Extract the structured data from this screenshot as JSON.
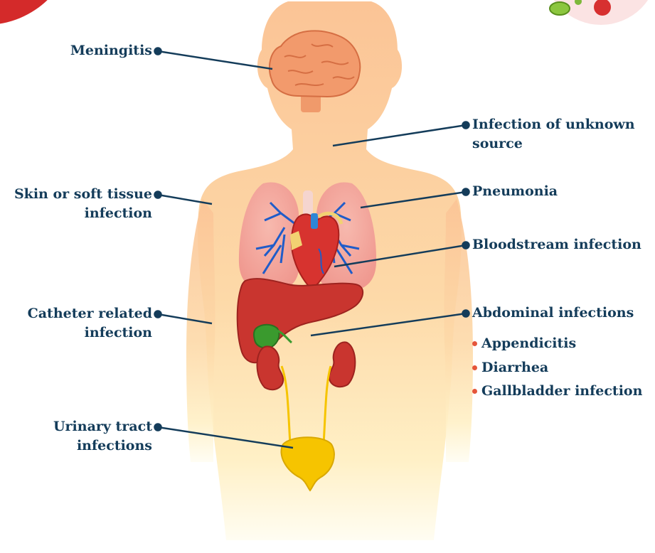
{
  "labels": {
    "meningitis": "Meningitis",
    "skin_line1": "Skin or soft tissue",
    "skin_line2": "infection",
    "catheter_line1": "Catheter related",
    "catheter_line2": "infection",
    "urinary_line1": "Urinary tract",
    "urinary_line2": "infections",
    "unknown_line1": "Infection of unknown",
    "unknown_line2": "source",
    "pneumonia": "Pneumonia",
    "bloodstream": "Bloodstream infection",
    "abdominal": "Abdominal infections"
  },
  "abdominal_subtypes": [
    "Appendicitis",
    "Diarrhea",
    "Gallbladder infection"
  ],
  "colors": {
    "label_text": "#143c5a",
    "leader_line": "#143c5a",
    "bullet": "#e5553a",
    "body_top": "#fbc79a",
    "body_bottom": "#fff3c8",
    "lungs": "#f4a7a0",
    "heart": "#d7332f",
    "liver": "#c9352f",
    "bladder": "#f6c400",
    "corner_accent": "#d42a2a"
  },
  "icons": [
    "brain-icon",
    "lungs-icon",
    "heart-icon",
    "liver-icon",
    "gallbladder-icon",
    "kidney-icon",
    "bladder-icon",
    "bacteria-icon",
    "blood-cell-icon"
  ]
}
